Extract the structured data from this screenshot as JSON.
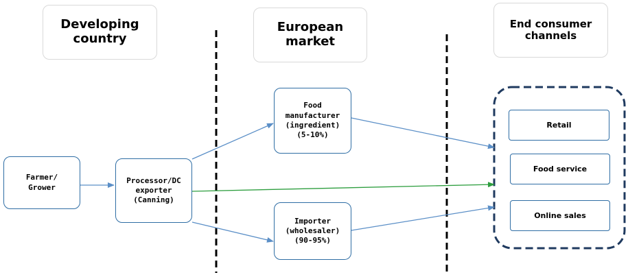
{
  "headers": {
    "developing": "Developing\ncountry",
    "european": "European\nmarket",
    "consumer": "End consumer\nchannels"
  },
  "nodes": {
    "farmer": "Farmer/\nGrower",
    "processor": "Processor/DC\nexporter\n(Canning)",
    "food_manufacturer": "Food\nmanufacturer\n(ingredient)\n(5-10%)",
    "importer": "Importer\n(wholesaler)\n(90-95%)"
  },
  "channels": {
    "retail": "Retail",
    "food_service": "Food service",
    "online_sales": "Online sales"
  },
  "colors": {
    "box_border": "#2e6da4",
    "arrow_blue": "#5b8fc7",
    "arrow_green": "#2e9e3f",
    "dashed": "#1f3a5f"
  }
}
